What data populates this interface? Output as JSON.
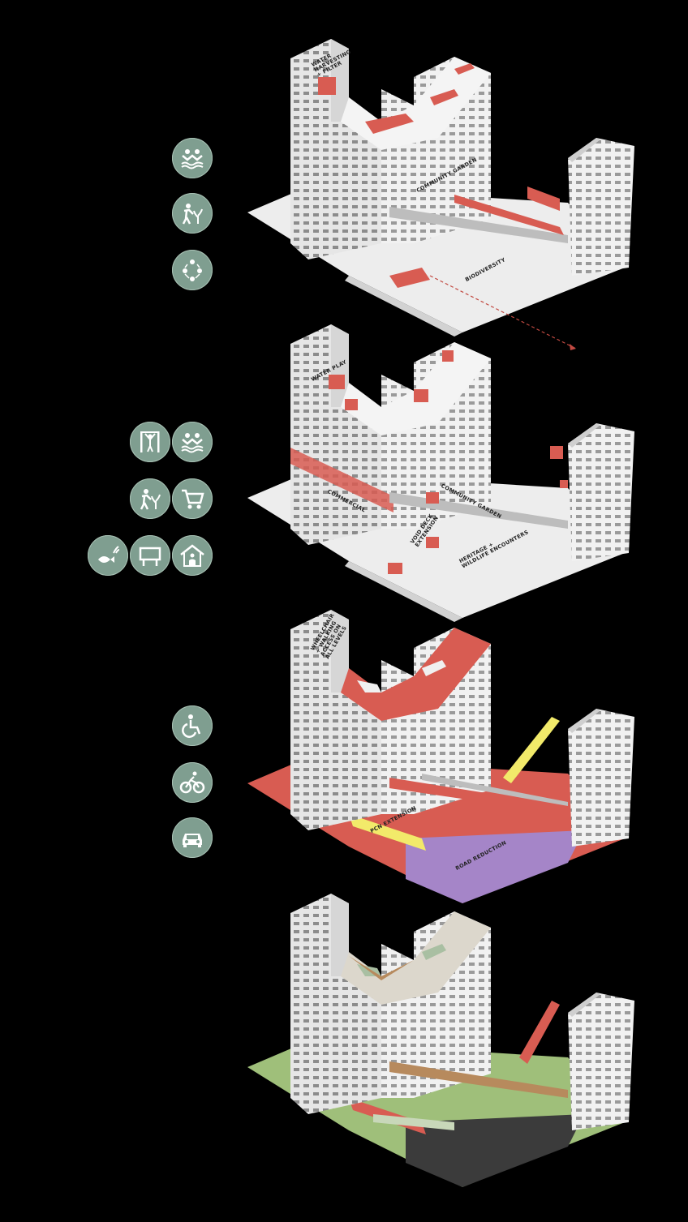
{
  "colors": {
    "background": "#000000",
    "icon_fill": "#7f9e90",
    "building": "#e9e9e9",
    "building_shade": "#cfcfcf",
    "highlight_red": "#d85c52",
    "road_purple": "#a585c8",
    "cycle_yellow": "#f2ea6a",
    "green": "#9fbf7a"
  },
  "panels": [
    {
      "id": "panel-1",
      "labels": {
        "water_harvesting": "WATER\nHARVESTING\n+ FILTER",
        "community_garden": "COMMUNITY GARDEN",
        "biodiversity": "BIODIVERSITY"
      },
      "icons": [
        "water-play-icon",
        "gardening-icon",
        "biodiversity-icon"
      ]
    },
    {
      "id": "panel-2",
      "labels": {
        "water_play": "WATER PLAY",
        "commercial": "COMMERCIAL",
        "community_garden": "COMMUNITY GARDEN",
        "void_deck": "VOID DECK\nEXTENSION",
        "heritage": "HERITAGE +\nWILDLIFE ENCOUNTERS"
      },
      "icons": [
        "exercise-icon",
        "water-play-icon",
        "gardening-icon",
        "shopping-cart-icon",
        "wildlife-icon",
        "signboard-icon",
        "shelter-icon"
      ]
    },
    {
      "id": "panel-3",
      "labels": {
        "wheelchair_access": "WHEELCHAIR\n+ WALKING\nACCESS ON\nALL LEVELS",
        "pcn_extension": "PCN EXTENSION",
        "road_reduction": "ROAD REDUCTION"
      },
      "icons": [
        "wheelchair-icon",
        "cycling-icon",
        "car-icon"
      ]
    },
    {
      "id": "panel-4",
      "labels": {},
      "icons": []
    }
  ]
}
